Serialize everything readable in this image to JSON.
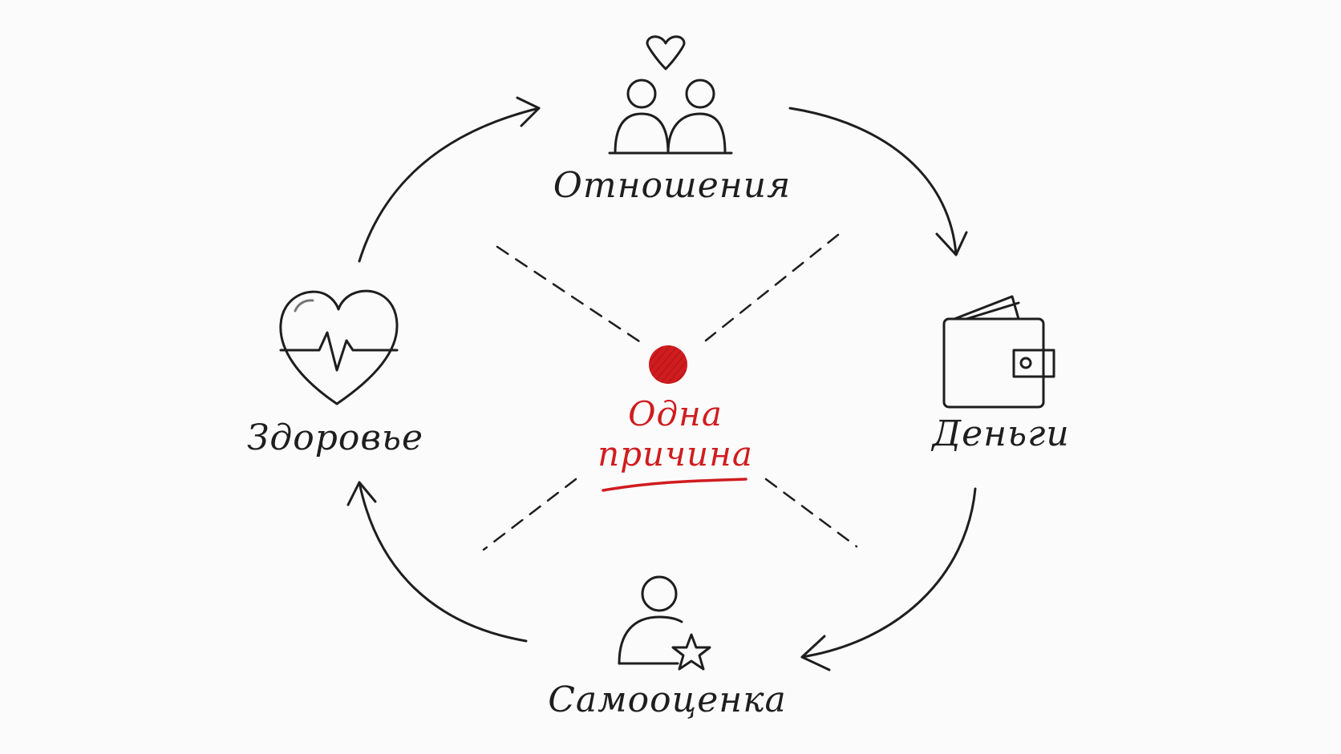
{
  "nodes": {
    "relationships": {
      "label": "Отношения",
      "icon": "people-heart-icon"
    },
    "money": {
      "label": "Деньги",
      "icon": "wallet-icon"
    },
    "self_esteem": {
      "label": "Самооценка",
      "icon": "person-star-icon"
    },
    "health": {
      "label": "Здоровье",
      "icon": "heart-pulse-icon"
    }
  },
  "center": {
    "line1": "Одна",
    "line2": "причина"
  },
  "colors": {
    "ink": "#1e1e1e",
    "accent": "#d01c1f",
    "background": "#fbfbfb"
  }
}
